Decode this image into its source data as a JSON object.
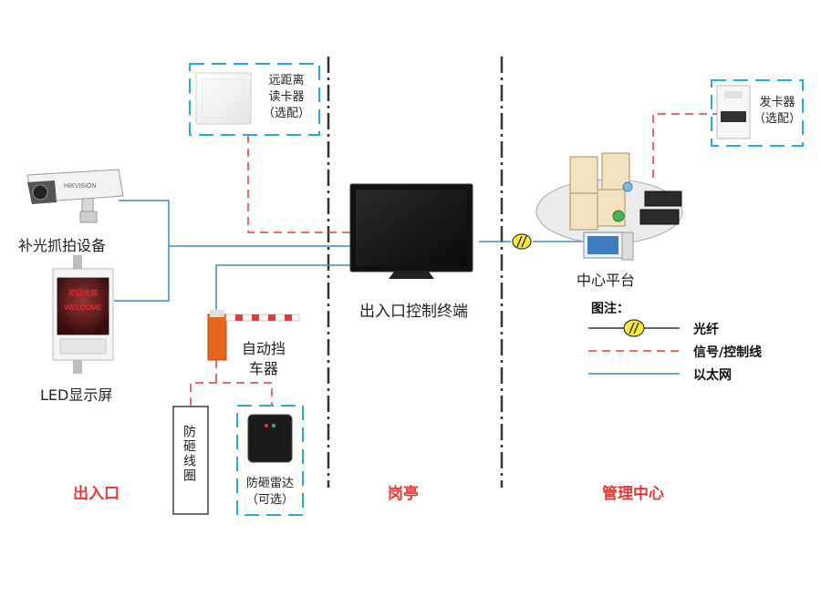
{
  "nodes": {
    "camera_label": "补光抓拍设备",
    "led_label": "LED显示屏",
    "led_screen_text_1": "欢迎光临",
    "led_screen_text_2": "WELCOME",
    "camera_brand": "HIKVISION",
    "reader_label_1": "远距离",
    "reader_label_2": "读卡器",
    "reader_label_3": "（选配）",
    "terminal_label": "出入口控制终端",
    "barrier_label_1": "自动挡",
    "barrier_label_2": "车器",
    "loop_label": "防砸线圈",
    "radar_label_1": "防砸雷达",
    "radar_label_2": "（可选）",
    "center_label": "中心平台",
    "dispenser_label_1": "发卡器",
    "dispenser_label_2": "（选配）"
  },
  "zones": {
    "entrance": "出入口",
    "booth": "岗亭",
    "management": "管理中心"
  },
  "legend": {
    "title": "图注：",
    "fiber": "光纤",
    "signal": "信号/控制线",
    "ethernet": "以太网"
  },
  "colors": {
    "ethernet": "#3a86d4",
    "signal": "#e53935",
    "dash_box": "#29a8e0",
    "separator": "#333333",
    "zone_text": "#e53935"
  }
}
